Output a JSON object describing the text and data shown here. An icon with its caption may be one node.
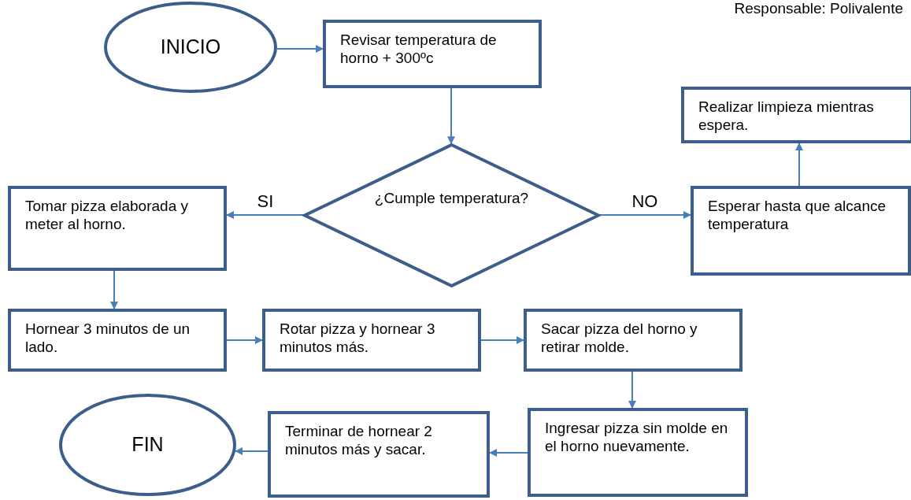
{
  "diagram": {
    "nodes": [
      {
        "text": [
          "INICIO"
        ]
      },
      {
        "text": [
          "Revisar temperatura de horno + 300ºc"
        ]
      },
      {
        "text": [
          "¿Cumple temperatura?"
        ]
      },
      {
        "text": [
          "Realizar limpieza mientras espera."
        ]
      },
      {
        "text": [
          "Esperar hasta que alcance temperatura"
        ]
      },
      {
        "text": [
          "Tomar pizza elaborada y meter al horno."
        ]
      },
      {
        "text": [
          "Hornear 3 minutos de un lado."
        ]
      },
      {
        "text": [
          "Rotar pizza y hornear 3 minutos más."
        ]
      },
      {
        "text": [
          "Sacar pizza del horno y retirar molde."
        ]
      },
      {
        "text": [
          "Ingresar pizza sin molde en el horno nuevamente."
        ]
      },
      {
        "text": [
          "Terminar de hornear 2 minutos más y sacar."
        ]
      },
      {
        "text": [
          "FIN"
        ]
      }
    ],
    "edges": [
      {
        "from": 0,
        "to": 1,
        "arrow": "to"
      },
      {
        "from": 1,
        "to": 2,
        "arrow": "to"
      },
      {
        "from": 2,
        "to": 5,
        "label": "SI",
        "arrow": "to"
      },
      {
        "from": 2,
        "to": 4,
        "label": "NO",
        "arrow": "to"
      },
      {
        "from": 4,
        "to": 3,
        "arrow": "to"
      },
      {
        "from": 5,
        "to": 6,
        "arrow": "to"
      },
      {
        "from": 6,
        "to": 7,
        "arrow": "to"
      },
      {
        "from": 7,
        "to": 8,
        "arrow": "to"
      },
      {
        "from": 8,
        "to": 9,
        "arrow": "to"
      },
      {
        "from": 9,
        "to": 10,
        "arrow": "to"
      },
      {
        "from": 10,
        "to": 11,
        "arrow": "to"
      }
    ],
    "labels": [
      "Responsable: Polivalente"
    ]
  }
}
